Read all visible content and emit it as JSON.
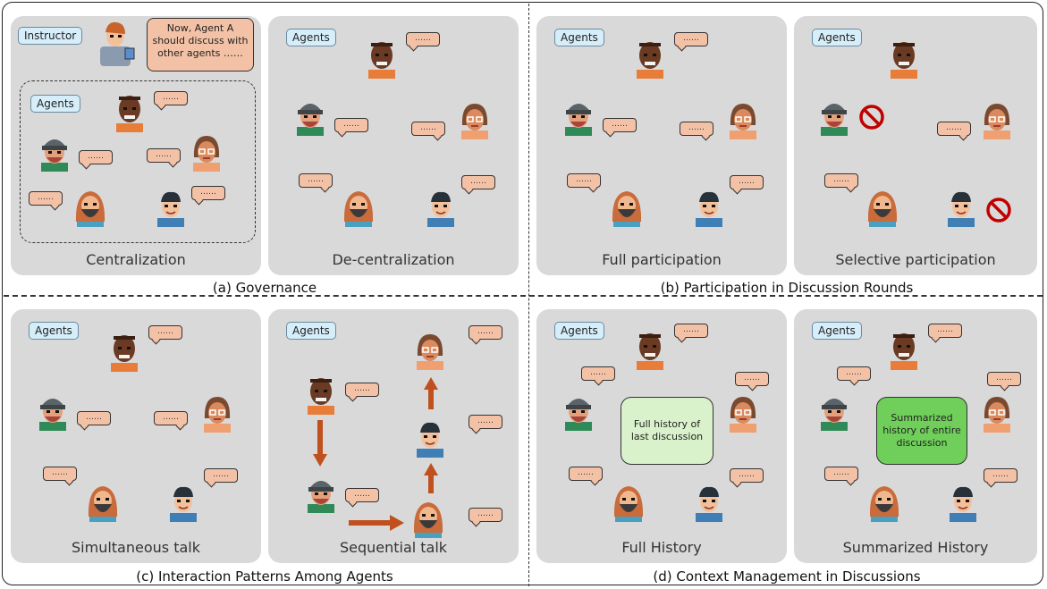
{
  "sections": {
    "governance": "(a) Governance",
    "participation": "(b) Participation in Discussion Rounds",
    "interaction": "(c) Interaction Patterns Among Agents",
    "context": "(d) Context Management in Discussions"
  },
  "panels": {
    "centralization": "Centralization",
    "decentralization": "De-centralization",
    "full_participation": "Full participation",
    "selective_participation": "Selective participation",
    "simultaneous": "Simultaneous talk",
    "sequential": "Sequential talk",
    "full_history": "Full History",
    "summarized_history": "Summarized History"
  },
  "labels": {
    "instructor": "Instructor",
    "agents": "Agents",
    "instructor_speech": "Now, Agent A should discuss with other agents ……",
    "bubble": "……",
    "full_history_box": "Full history of last discussion",
    "summarized_history_box": "Summarized history of entire discussion"
  },
  "colors": {
    "panel_bg": "#d9d9d9",
    "bubble_fill": "#f3c2a6",
    "tag_fill": "#d6eefa",
    "arrow": "#c0501d",
    "full_history_fill": "#d9f2cc",
    "summary_fill": "#6fcf5a",
    "prohibit": "#c00000"
  }
}
